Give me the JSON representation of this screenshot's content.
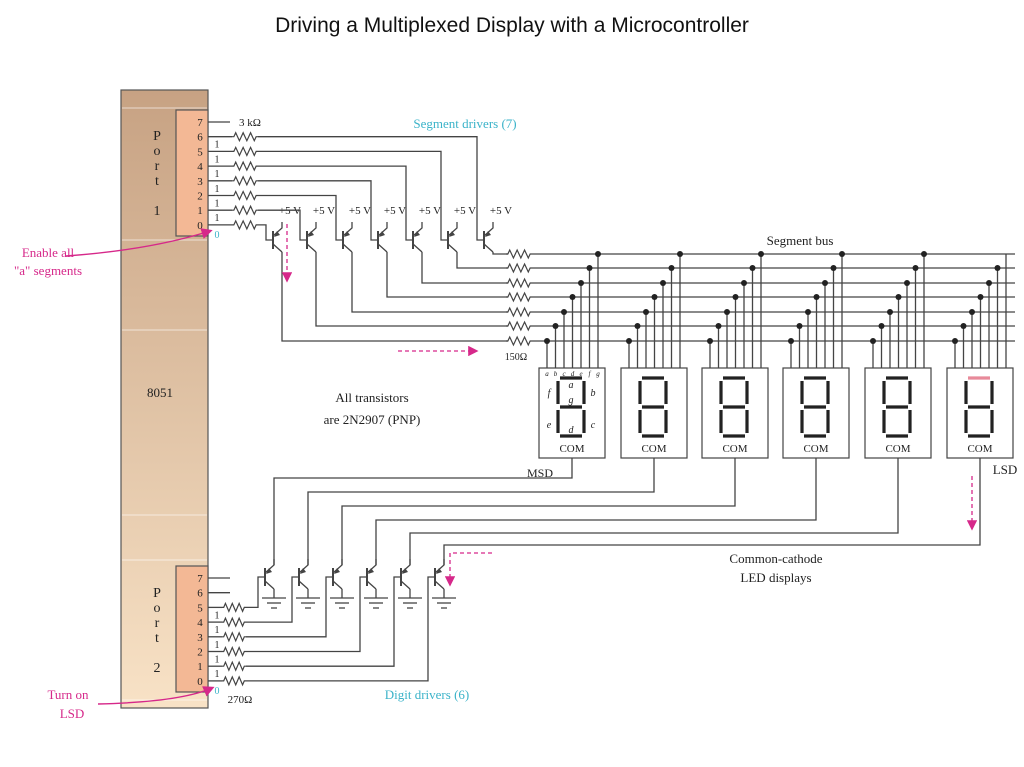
{
  "title": "Driving a Multiplexed Display with a Microcontroller",
  "colors": {
    "wire": "#444444",
    "chip_top": "#c7a283",
    "chip_bottom": "#f8e2c6",
    "port_fill": "#f3b895",
    "accent_cyan": "#3bb3c9",
    "annotation_pink": "#d6288a",
    "lit_segment": "#e88a9a"
  },
  "chip": {
    "name": "8051"
  },
  "port1": {
    "label": [
      "P",
      "o",
      "r",
      "t",
      "1"
    ],
    "pins": [
      "7",
      "6",
      "5",
      "4",
      "3",
      "2",
      "1",
      "0"
    ],
    "values": [
      "1",
      "1",
      "1",
      "1",
      "1",
      "1",
      "0"
    ],
    "resistor": "3 kΩ"
  },
  "port2": {
    "label": [
      "P",
      "o",
      "r",
      "t",
      "2"
    ],
    "pins": [
      "7",
      "6",
      "5",
      "4",
      "3",
      "2",
      "1",
      "0"
    ],
    "values": [
      "1",
      "1",
      "1",
      "1",
      "1",
      "0"
    ],
    "resistor": "270Ω"
  },
  "segment_drivers": {
    "label": "Segment drivers (7)",
    "supply": "+5 V",
    "count": 7
  },
  "segment_bus": {
    "label": "Segment bus",
    "resistor": "150Ω"
  },
  "transistor_note": [
    "All transistors",
    "are 2N2907 (PNP)"
  ],
  "display": {
    "segment_pins": [
      "a",
      "b",
      "c",
      "d",
      "e",
      "f",
      "g"
    ],
    "segment_labels": {
      "a": "a",
      "b": "b",
      "c": "c",
      "d": "d",
      "e": "e",
      "f": "f",
      "g": "g"
    },
    "com": "COM",
    "count": 6,
    "msd": "MSD",
    "lsd": "LSD",
    "lit_segments_lsd": [
      "a"
    ]
  },
  "display_note": [
    "Common-cathode",
    "LED displays"
  ],
  "digit_drivers": {
    "label": "Digit drivers (6)",
    "count": 6
  },
  "annotations": {
    "enable": [
      "Enable all",
      "\"a\" segments"
    ],
    "turn_on": [
      "Turn on",
      "LSD"
    ]
  }
}
